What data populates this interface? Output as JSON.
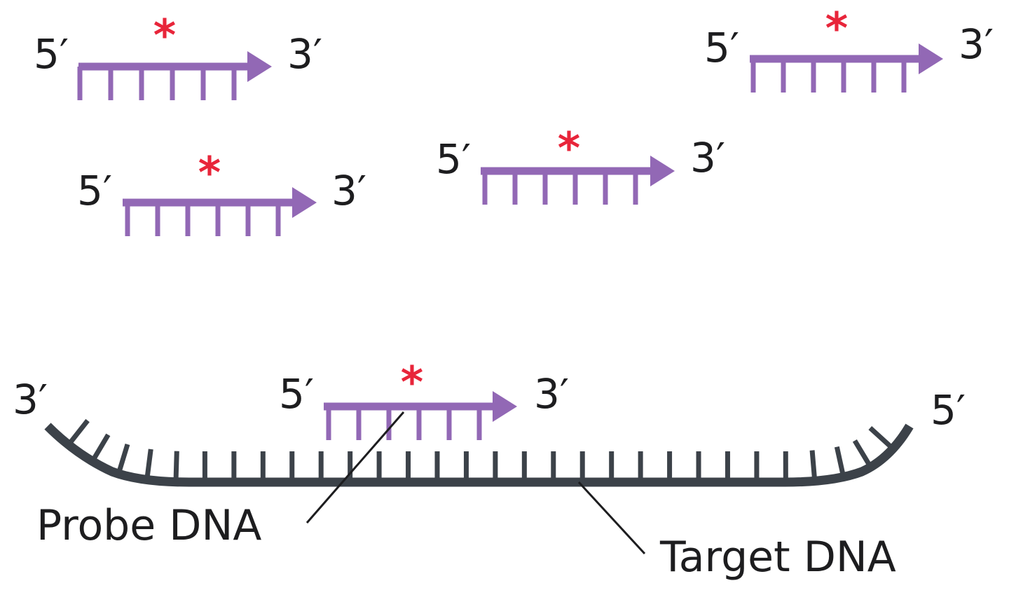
{
  "colors": {
    "probe": "#9268b5",
    "target": "#3c4249",
    "label_marker": "#e8253a",
    "text": "#1d1d1f",
    "leader": "#1d1d1f"
  },
  "probe_strand": {
    "five_prime": "5′",
    "three_prime": "3′",
    "marker": "*",
    "teeth_count": 6
  },
  "free_probe_count": 4,
  "target_strand": {
    "five_prime": "5′",
    "three_prime": "3′",
    "teeth_count": 30
  },
  "callouts": {
    "probe_label": "Probe DNA",
    "target_label": "Target DNA"
  }
}
